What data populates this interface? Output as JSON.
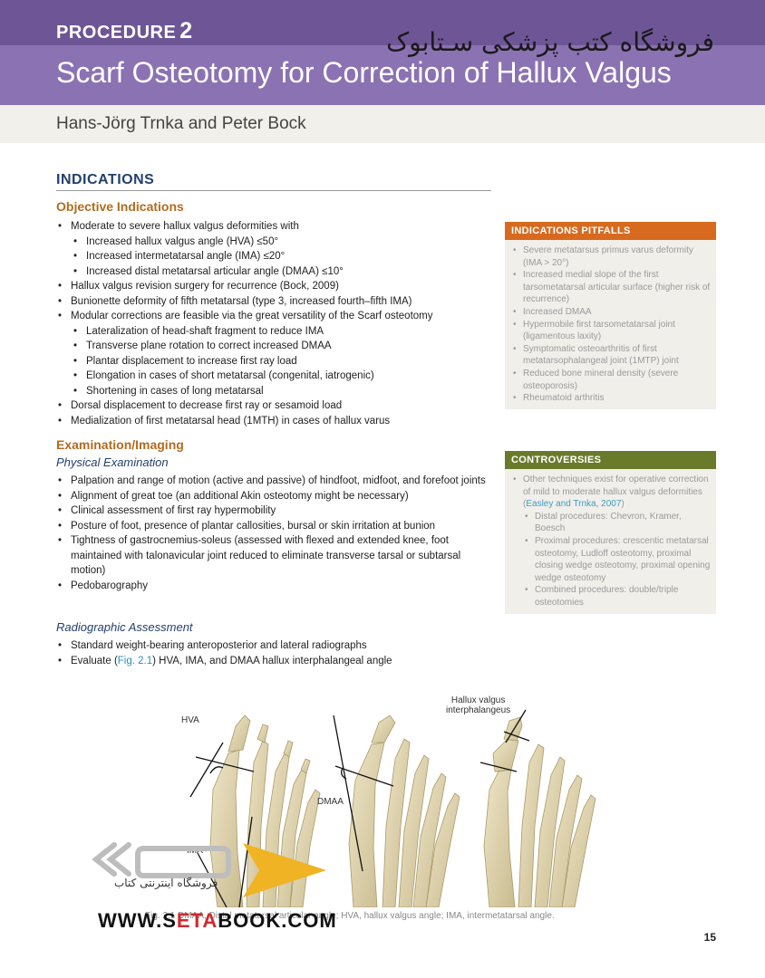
{
  "header": {
    "procedure_label": "PROCEDURE",
    "procedure_number": "2",
    "persian_store": "فروشگاه کتب پزشکی سـتابوک",
    "title": "Scarf Osteotomy for Correction of Hallux Valgus",
    "authors": "Hans-Jörg Trnka and Peter Bock"
  },
  "indications": {
    "heading": "INDICATIONS",
    "objective_heading": "Objective Indications",
    "objective_items": [
      "Moderate to severe hallux valgus deformities with",
      "Increased hallux valgus angle (HVA) ≤50°",
      "Increased intermetatarsal angle (IMA) ≤20°",
      "Increased distal metatarsal articular angle (DMAA) ≤10°",
      "Hallux valgus revision surgery for recurrence (Bock, 2009)",
      "Bunionette deformity of fifth metatarsal (type 3, increased fourth–fifth IMA)",
      "Modular corrections are feasible via the great versatility of the Scarf osteotomy",
      "Lateralization of head-shaft fragment to reduce IMA",
      "Transverse plane rotation to correct increased DMAA",
      "Plantar displacement to increase first ray load",
      "Elongation in cases of short metatarsal (congenital, iatrogenic)",
      "Shortening in cases of long metatarsal",
      "Dorsal displacement to decrease first ray or sesamoid load",
      "Medialization of first metatarsal head (1MTH) in cases of hallux varus"
    ],
    "exam_heading": "Examination/Imaging",
    "physical_heading": "Physical Examination",
    "physical_items": [
      "Palpation and range of motion (active and passive) of hindfoot, midfoot, and forefoot joints",
      "Alignment of great toe (an additional Akin osteotomy might be necessary)",
      "Clinical assessment of first ray hypermobility",
      "Posture of foot, presence of plantar callosities, bursal or skin irritation at bunion",
      "Tightness of gastrocnemius-soleus (assessed with flexed and extended knee, foot maintained with talonavicular joint reduced to eliminate transverse tarsal or subtarsal motion)",
      "Pedobarography"
    ],
    "radio_heading": "Radiographic Assessment",
    "radio_items": [
      "Standard weight-bearing anteroposterior and lateral radiographs"
    ],
    "radio_eval_pre": "Evaluate (",
    "radio_eval_ref": "Fig. 2.1",
    "radio_eval_post": ") HVA, IMA, and DMAA hallux interphalangeal angle"
  },
  "pitfalls": {
    "heading": "INDICATIONS PITFALLS",
    "color": "#d76a1e",
    "items": [
      "Severe metatarsus primus varus deformity (IMA > 20°)",
      "Increased medial slope of the first tarsometatarsal articular surface (higher risk of recurrence)",
      "Increased DMAA",
      "Hypermobile first tarsometatarsal joint (ligamentous laxity)",
      "Symptomatic osteoarthritis of first metatarsophalangeal joint (1MTP) joint",
      "Reduced bone mineral density (severe osteoporosis)",
      "Rheumatoid arthritis"
    ]
  },
  "controversies": {
    "heading": "CONTROVERSIES",
    "color": "#6a7a2b",
    "intro_text": "Other techniques exist for operative correction of mild to moderate hallux valgus deformities (",
    "intro_cite": "Easley and Trnka, 2007",
    "intro_end": ")",
    "items": [
      "Distal procedures: Chevron, Kramer, Boesch",
      "Proximal procedures: crescentic metatarsal osteotomy, Ludloff osteotomy, proximal closing wedge osteotomy, proximal opening wedge osteotomy",
      "Combined procedures: double/triple osteotomies"
    ]
  },
  "figure": {
    "label_hva": "HVA",
    "label_ima": "IMA",
    "label_dmaa": "DMAA",
    "label_hvi_1": "Hallux valgus",
    "label_hvi_2": "interphalangeus",
    "caption": "Fig. 2.1 DMAA, Distal metatarsal articular angle; HVA, hallux valgus angle; IMA, intermetatarsal angle."
  },
  "watermark": {
    "url_pre": "WWW.S",
    "url_red": "ETA",
    "url_post": "BOOK.COM",
    "sub": "فروشگاه اینترنتی کتاب"
  },
  "page_number": "15"
}
